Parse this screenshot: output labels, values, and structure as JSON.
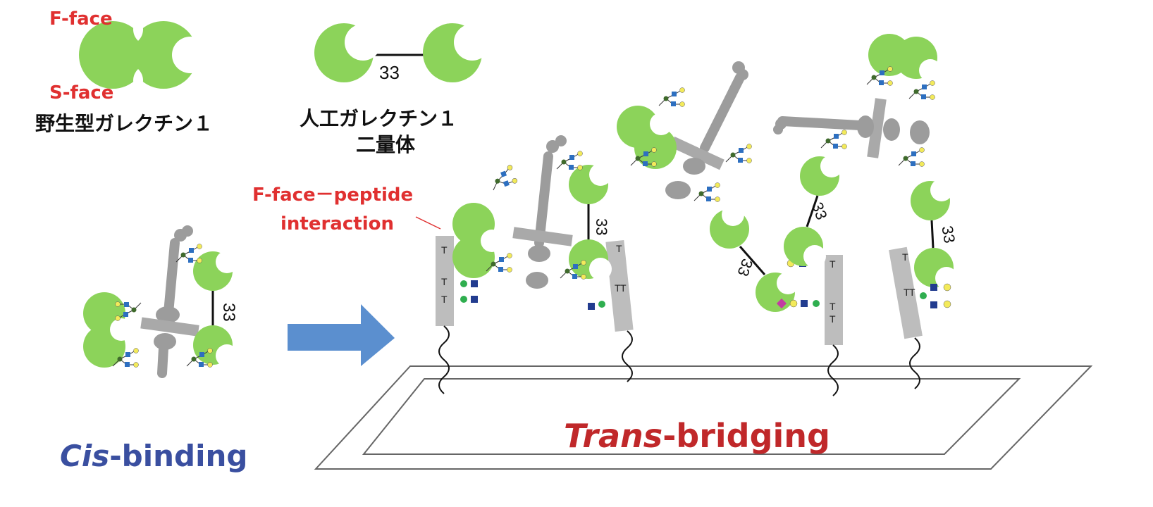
{
  "labels": {
    "f_face": "F-face",
    "s_face": "S-face",
    "wildtype": "野生型ガレクチン１",
    "artificial_line1": "人工ガレクチン１",
    "artificial_line2": "二量体",
    "interaction_line1": "F-face－peptide",
    "interaction_line2": "interaction",
    "cis_italic": "Cis",
    "cis_rest": "-binding",
    "trans_italic": "Trans",
    "trans_rest": "-bridging",
    "linker": "33",
    "peptide_mark": "T"
  },
  "colors": {
    "galectin_green": "#8cd35a",
    "red_text": "#e03030",
    "blue_text": "#3a4fa0",
    "dark_red_text": "#c0282a",
    "arrow_blue": "#5b8fcf",
    "gray": "#a9a9a9",
    "glycan_blue": "#2d6fc0",
    "glycan_yellow": "#f3ea5a",
    "glycan_green": "#3f6a2c",
    "glycan_lightgreen": "#2fae4f",
    "glycan_navy": "#223c8f",
    "glycan_magenta": "#c23ca2"
  }
}
